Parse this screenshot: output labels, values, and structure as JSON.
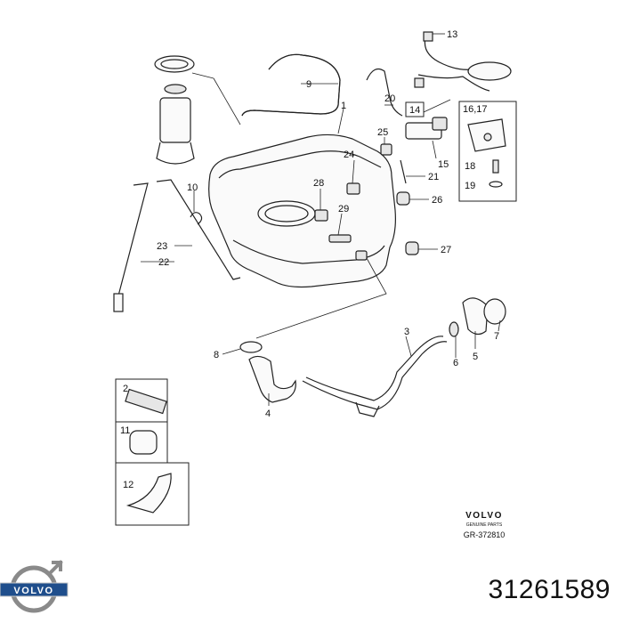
{
  "callouts": {
    "c1": "1",
    "c2": "2",
    "c3": "3",
    "c4": "4",
    "c5": "5",
    "c6": "6",
    "c7": "7",
    "c8": "8",
    "c9": "9",
    "c10": "10",
    "c11": "11",
    "c12": "12",
    "c13": "13",
    "c14": "14",
    "c1617": "16,17",
    "c15": "15",
    "c18": "18",
    "c19": "19",
    "c20": "20",
    "c21": "21",
    "c22": "22",
    "c23": "23",
    "c24": "24",
    "c25": "25",
    "c26": "26",
    "c27": "27",
    "c28": "28",
    "c29": "29"
  },
  "stamp": {
    "brand": "VOLVO",
    "sub": "GENUINE PARTS",
    "ref": "GR-372810"
  },
  "logo": {
    "text": "VOLVO"
  },
  "part_number": "31261589"
}
